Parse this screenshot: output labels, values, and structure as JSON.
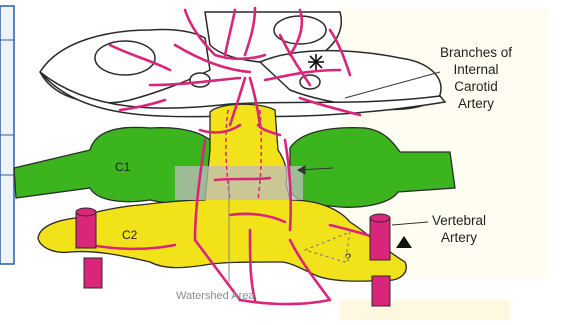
{
  "labels": {
    "internal_carotid": [
      "Branches of",
      "Internal",
      "Carotid",
      "Artery"
    ],
    "vertebral": [
      "Vertebral",
      "Artery"
    ],
    "watershed": "Watershed Area",
    "c1": "C1",
    "c2": "C2",
    "question": "?"
  },
  "colors": {
    "vessel": "#d9267a",
    "c1_green": "#3cb41e",
    "c2_yellow": "#f2e21a",
    "bone_outline": "#2a2a2a",
    "watershed_band": "#c8c8c8",
    "left_panel_border": "#2d5fa3"
  },
  "icons": {
    "asterisk": "asterisk-icon",
    "triangle": "triangle-icon"
  }
}
